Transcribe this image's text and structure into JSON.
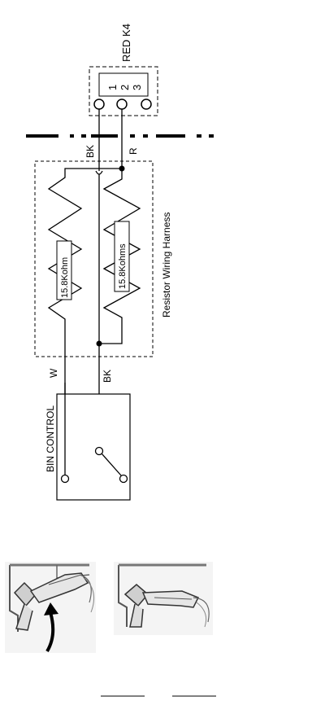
{
  "connector": {
    "name": "RED K4",
    "pins": [
      "1",
      "2",
      "3"
    ]
  },
  "harness": {
    "title": "Resistor Wiring Harness",
    "resistors": [
      {
        "value": "15.8Kohm"
      },
      {
        "value": "15.8Kohms"
      }
    ]
  },
  "wires": {
    "top_bk": "BK",
    "top_r": "R",
    "bottom_w": "W",
    "bottom_bk": "BK"
  },
  "control": {
    "name": "BIN CONTROL"
  },
  "colors": {
    "ink": "#000000",
    "photo_bg": "#f4f4f4"
  }
}
